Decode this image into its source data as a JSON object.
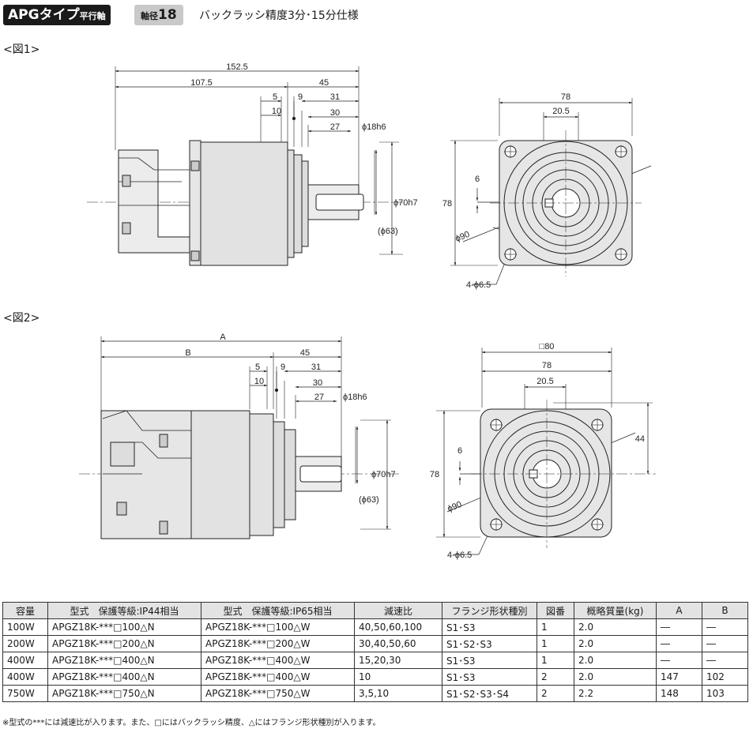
{
  "header": {
    "series_main": "APGタイプ",
    "series_sub": "平行軸",
    "shaft_prefix": "軸径",
    "shaft_size": "18",
    "description": "バックラッシ精度3分･15分仕様"
  },
  "figure1": {
    "label": "<図1>",
    "dims": {
      "total_length": "152.5",
      "body_length": "107.5",
      "shaft_45": "45",
      "d5": "5",
      "d9": "9",
      "d31": "31",
      "d10": "10",
      "d30": "30",
      "d27": "27",
      "shaft_dia": "ϕ18h6",
      "pilot_dia": "ϕ70h7",
      "relief_dia": "(ϕ63)",
      "flange_width": "78",
      "keyway_20_5": "20.5",
      "key_6": "6",
      "flange_height": "78",
      "pcd": "ϕ90",
      "holes": "4-ϕ6.5"
    }
  },
  "figure2": {
    "label": "<図2>",
    "dims": {
      "total_length": "A",
      "body_length": "B",
      "shaft_45": "45",
      "d5": "5",
      "d9": "9",
      "d31": "31",
      "d10": "10",
      "d30": "30",
      "d27": "27",
      "shaft_dia": "ϕ18h6",
      "pilot_dia": "ϕ70h7",
      "relief_dia": "(ϕ63)",
      "square_80": "□80",
      "flange_width": "78",
      "keyway_20_5": "20.5",
      "key_6": "6",
      "height_44": "44",
      "flange_height": "78",
      "pcd": "ϕ90",
      "holes": "4-ϕ6.5"
    }
  },
  "spec_table": {
    "headers": [
      "容量",
      "型式　保護等級:IP44相当",
      "型式　保護等級:IP65相当",
      "減速比",
      "フランジ形状種別",
      "図番",
      "概略質量(kg)",
      "A",
      "B"
    ],
    "rows": [
      [
        "100W",
        "APGZ18K-***□100△N",
        "APGZ18K-***□100△W",
        "40,50,60,100",
        "S1･S3",
        "1",
        "2.0",
        "―",
        "―"
      ],
      [
        "200W",
        "APGZ18K-***□200△N",
        "APGZ18K-***□200△W",
        "30,40,50,60",
        "S1･S2･S3",
        "1",
        "2.0",
        "―",
        "―"
      ],
      [
        "400W",
        "APGZ18K-***□400△N",
        "APGZ18K-***□400△W",
        "15,20,30",
        "S1･S3",
        "1",
        "2.0",
        "―",
        "―"
      ],
      [
        "400W",
        "APGZ18K-***□400△N",
        "APGZ18K-***□400△W",
        "10",
        "S1･S3",
        "2",
        "2.0",
        "147",
        "102"
      ],
      [
        "750W",
        "APGZ18K-***□750△N",
        "APGZ18K-***□750△W",
        "3,5,10",
        "S1･S2･S3･S4",
        "2",
        "2.2",
        "148",
        "103"
      ]
    ]
  },
  "footnote": "※型式の***には減速比が入ります。また、□にはバックラッシ精度、△にはフランジ形状種別が入ります。"
}
